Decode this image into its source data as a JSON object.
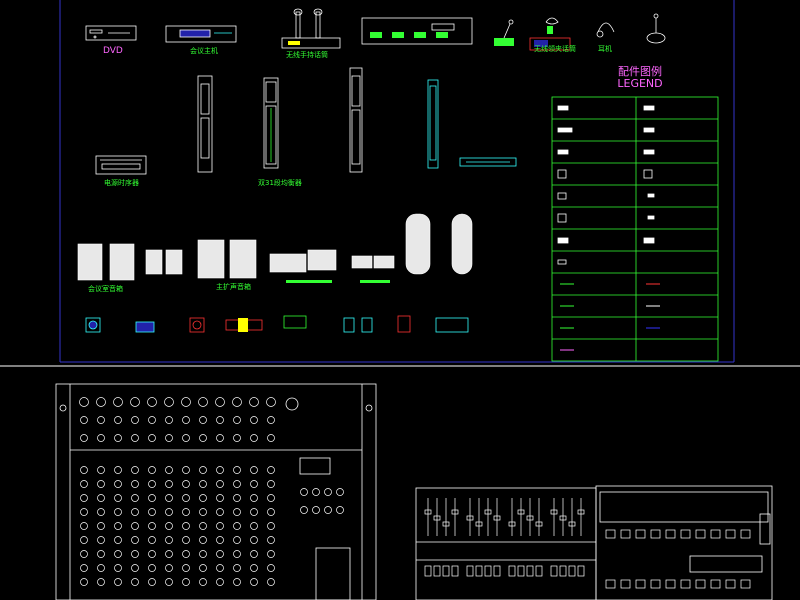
{
  "colors": {
    "background": "#000000",
    "device_label": "#33ff33",
    "frame": "#3333cc",
    "legend_border": "#33ff33",
    "legend_title": "#ff66ff",
    "device_outline": "#ffffff",
    "accent_cyan": "#33ffff",
    "accent_red": "#ff3333"
  },
  "top_row": {
    "dvd": "DVD",
    "conference_host": "会议主机",
    "wireless_handheld_mic": "无线手持话筒",
    "wireless_mic_receiver": "",
    "mic_a": "",
    "wireless_lapel_mic": "无线领夹话筒",
    "earphone": "耳机",
    "gooseneck_mic": ""
  },
  "rack_row": {
    "power_sequencer": "电源时序器",
    "processor": "",
    "dual_31_eq": "双31段均衡器",
    "power_amp": "",
    "feedback_suppressor": "",
    "central_host": ""
  },
  "speaker_row": {
    "conference_speaker": "会议室音箱",
    "auxiliary_speaker": "",
    "main_speaker": "主扩声音箱",
    "column_speaker": ""
  },
  "connector_row": {
    "c1": "",
    "c2": "",
    "c3": "",
    "c4": "",
    "c5": "",
    "c6": "",
    "c7": "",
    "c8": ""
  },
  "legend": {
    "title_cn": "配件图例",
    "title_en": "LEGEND",
    "items_left": [
      "",
      "",
      "",
      "",
      "",
      "",
      "",
      "",
      ""
    ],
    "items_right": [
      "",
      "",
      "",
      "",
      "",
      "",
      "",
      ""
    ],
    "cable_rows": [
      {
        "left": "",
        "right": ""
      },
      {
        "left": "",
        "right": ""
      },
      {
        "left": "",
        "right": ""
      },
      {
        "left": "",
        "right": ""
      }
    ]
  }
}
